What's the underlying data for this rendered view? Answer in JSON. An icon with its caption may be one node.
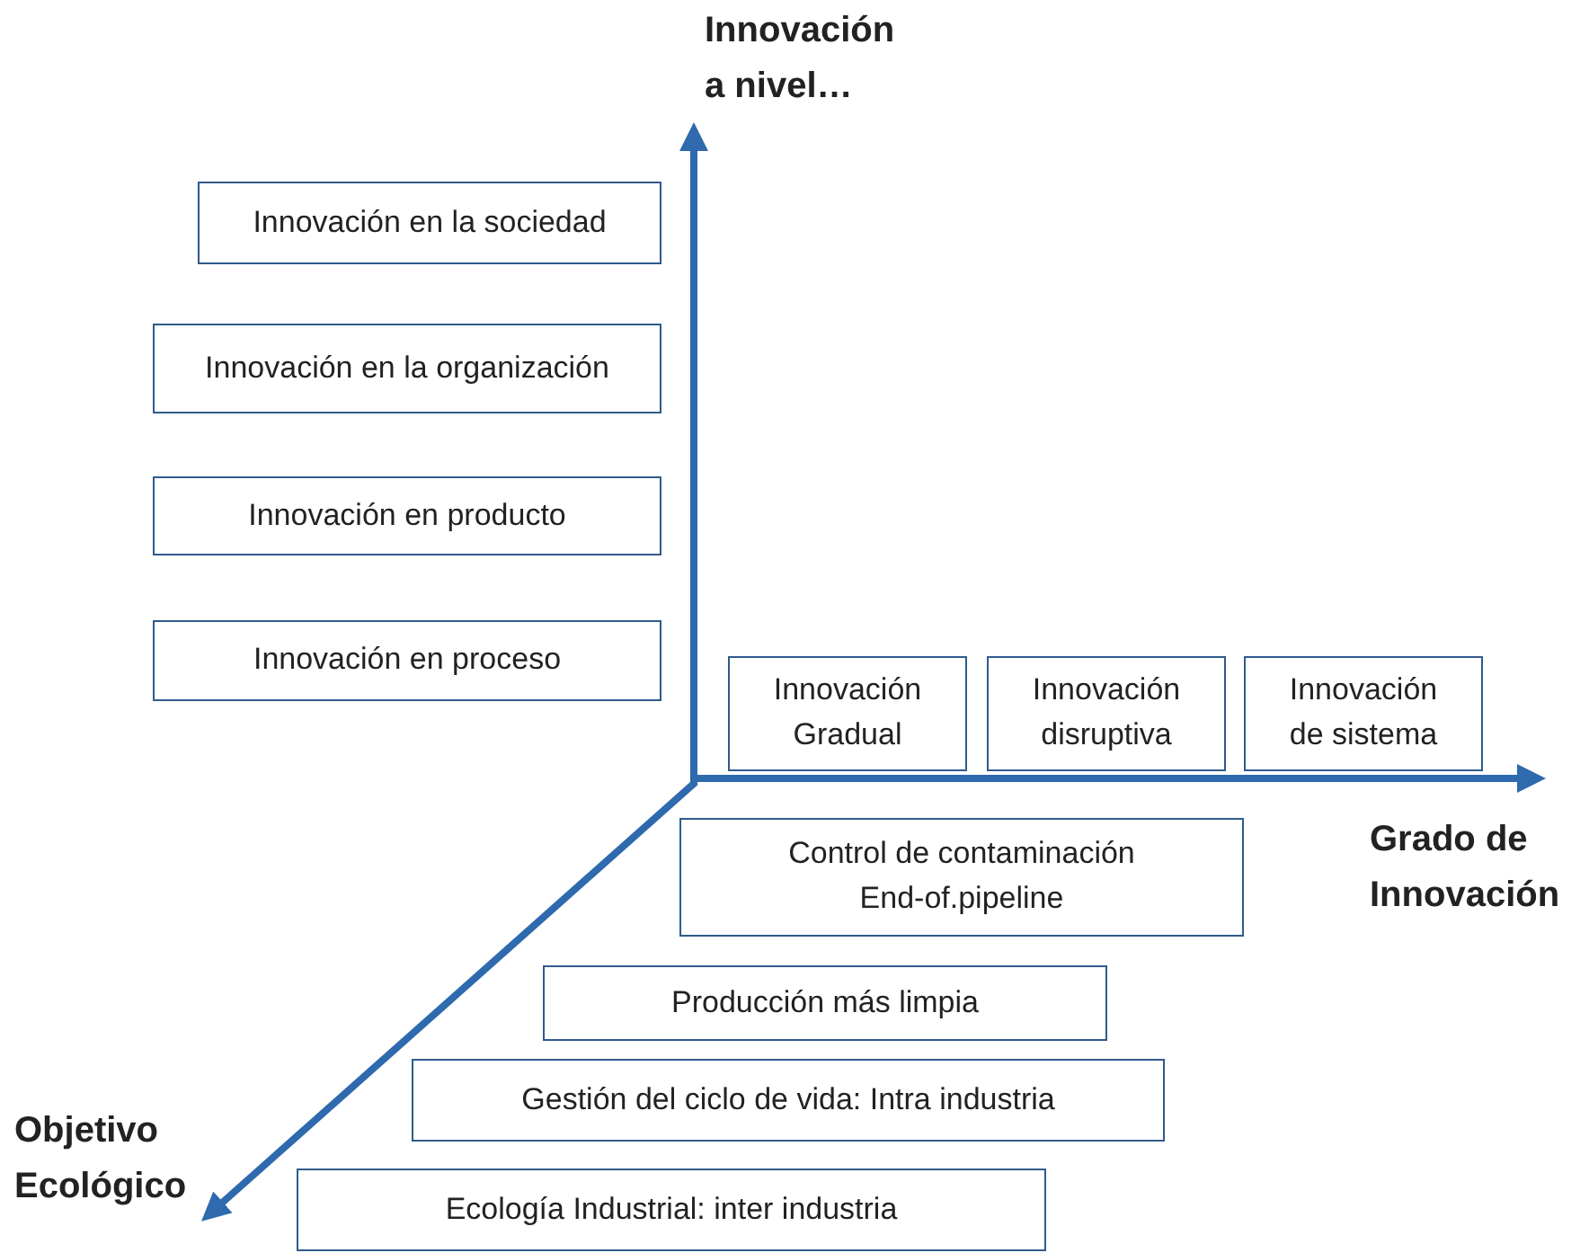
{
  "diagram": {
    "nodes": [
      {
        "text": [
          "Innovación en la sociedad"
        ]
      },
      {
        "text": [
          "Innovación en la organización"
        ]
      },
      {
        "text": [
          "Innovación en producto"
        ]
      },
      {
        "text": [
          "Innovación en proceso"
        ]
      },
      {
        "text": [
          "Innovación Gradual"
        ]
      },
      {
        "text": [
          "Innovación disruptiva"
        ]
      },
      {
        "text": [
          "Innovación de sistema"
        ]
      },
      {
        "text": [
          "Control de contaminación End-of.pipeline"
        ]
      },
      {
        "text": [
          "Producción más limpia"
        ]
      },
      {
        "text": [
          "Gestión del ciclo de vida: Intra industria"
        ]
      },
      {
        "text": [
          "Ecología Industrial: inter industria"
        ]
      }
    ],
    "labels": [
      "Innovación a nivel…",
      "Grado de Innovación",
      "Objetivo Ecológico"
    ]
  }
}
